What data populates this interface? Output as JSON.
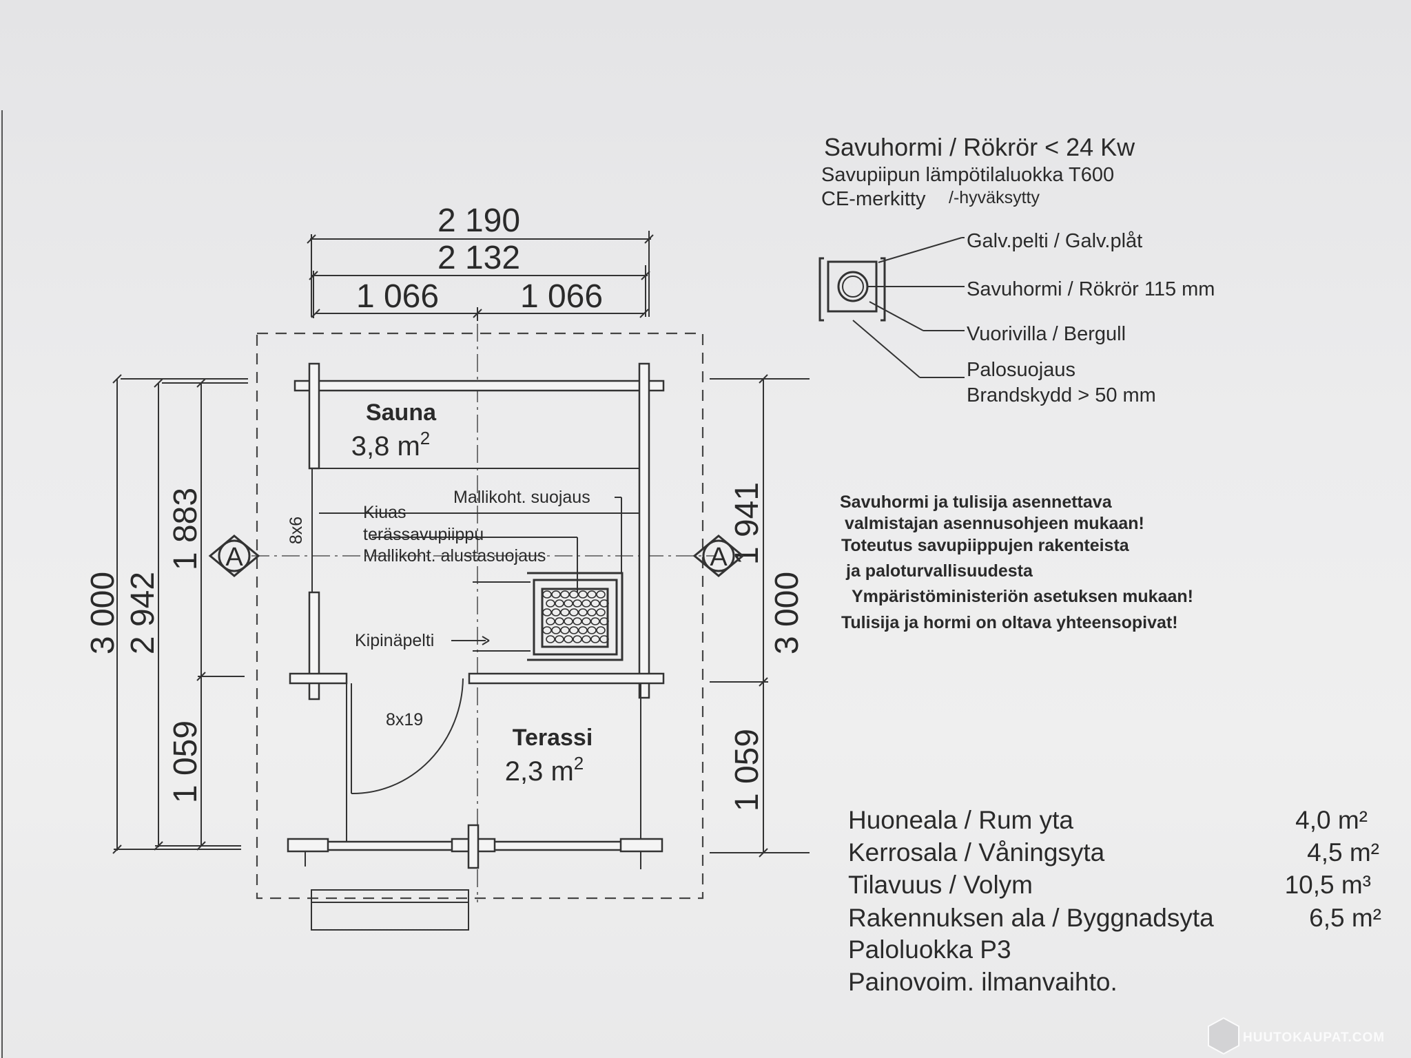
{
  "plan": {
    "dims": {
      "top_overall": "2 190",
      "top_inner": "2 132",
      "top_half_left": "1 066",
      "top_half_right": "1 066",
      "left_overall": "3 000",
      "left_inner": "2 942",
      "left_upper": "1 883",
      "left_lower": "1 059",
      "right_overall": "3 000",
      "right_upper": "1 941",
      "right_lower": "1 059"
    },
    "section_marker": "A",
    "sauna": {
      "name": "Sauna",
      "area": "3,8 m",
      "sup": "2"
    },
    "terrace": {
      "name": "Terassi",
      "area": "2,3 m",
      "sup": "2"
    },
    "labels": {
      "bench_size": "8x6",
      "door_size": "8x19",
      "protection": "Mallikoht. suojaus",
      "stove_1": "Kiuas",
      "stove_2": "terässavupiippu",
      "stove_3": "Mallikoht. alustasuojaus",
      "spark_plate": "Kipinäpelti"
    }
  },
  "chimney": {
    "title": "Savuhormi / Rökrör < 24 Kw",
    "line_1": "Savupiipun lämpötilaluokka T600",
    "line_2a": "CE-merkitty",
    "line_2b": "/-hyväksytty",
    "callouts": [
      "Galv.pelti / Galv.plåt",
      "Savuhormi / Rökrör 115 mm",
      "Vuorivilla / Bergull",
      "Palosuojaus",
      "Brandskydd > 50 mm"
    ]
  },
  "notice": [
    "Savuhormi ja tulisija asennettava",
    "valmistajan asennusohjeen mukaan!",
    "Toteutus savupiippujen rakenteista",
    "ja paloturvallisuudesta",
    "Ympäristöministeriön asetuksen mukaan!",
    "Tulisija ja hormi on oltava yhteensopivat!"
  ],
  "specs": [
    {
      "label": "Huoneala / Rum yta",
      "value": "4,0 m²"
    },
    {
      "label": "Kerrosala / Våningsyta",
      "value": "4,5 m²"
    },
    {
      "label": "Tilavuus / Volym",
      "value": "10,5 m³"
    },
    {
      "label": "Rakennuksen ala / Byggnadsyta",
      "value": "6,5 m²"
    },
    {
      "label": "Paloluokka P3",
      "value": ""
    },
    {
      "label": "Painovoim. ilmanvaihto.",
      "value": ""
    }
  ],
  "watermark": "HUUTOKAUPAT.COM",
  "colors": {
    "ink": "#2a2a2a",
    "paper": "#ececed"
  }
}
